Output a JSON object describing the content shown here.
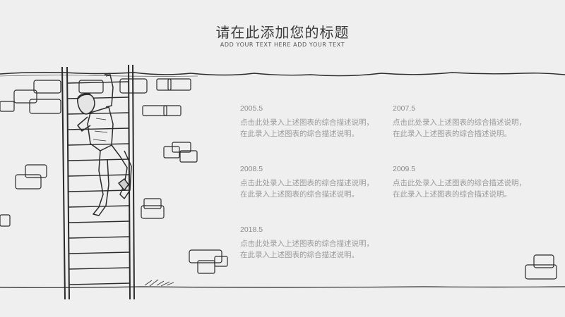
{
  "slide": {
    "title": "请在此添加您的标题",
    "subtitle": "ADD YOUR TEXT HERE ADD YOUR TEXT",
    "entries": [
      {
        "year": "2005.5",
        "text": "点击此处录入上述图表的综合描述说明，在此录入上述图表的综合描述说明。"
      },
      {
        "year": "2007.5",
        "text": "点击此处录入上述图表的综合描述说明，在此录入上述图表的综合描述说明。"
      },
      {
        "year": "2008.5",
        "text": "点击此处录入上述图表的综合描述说明，在此录入上述图表的综合描述说明。"
      },
      {
        "year": "2009.5",
        "text": "点击此处录入上述图表的综合描述说明，在此录入上述图表的综合描述说明。"
      },
      {
        "year": "2018.5",
        "text": "点击此处录入上述图表的综合描述说明，在此录入上述图表的综合描述说明。"
      }
    ]
  },
  "colors": {
    "background": "#efefef",
    "ink": "#2b2b2b",
    "title": "#3a3a3a",
    "year": "#8a8a8a",
    "text": "#9a9a9a"
  },
  "illustration": {
    "icons": [
      "ladder-icon",
      "climbing-man-icon",
      "brick-icon"
    ]
  }
}
